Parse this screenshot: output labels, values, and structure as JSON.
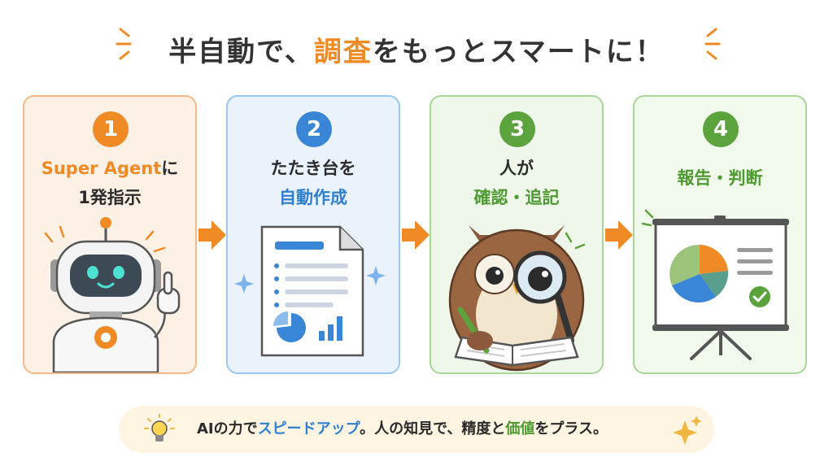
{
  "title": {
    "part1": "半自動で、",
    "highlight": "調査",
    "part2": "をもっとスマートに！"
  },
  "steps": [
    {
      "number": "1",
      "line1_accent": "Super Agent",
      "line1_rest": "に",
      "line2": "1発指示"
    },
    {
      "number": "2",
      "line1": "たたき台を",
      "line2": "自動作成"
    },
    {
      "number": "3",
      "line1": "人が",
      "line2": "確認・追記"
    },
    {
      "number": "4",
      "line1": "報告・判断"
    }
  ],
  "banner": {
    "t1": "AIの力で",
    "t2": "スピードアップ",
    "t3": "。人の知見で、精度と",
    "t4": "価値",
    "t5": "をプラス。"
  },
  "colors": {
    "orange": "#f08a24",
    "blue": "#2f7fd1",
    "green": "#4f9a32"
  }
}
